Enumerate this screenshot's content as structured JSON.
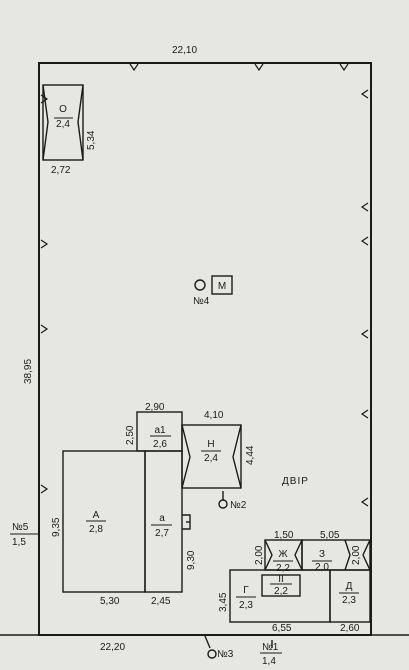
{
  "plot": {
    "dims": {
      "top": "22,10",
      "bottom": "22,20",
      "left": "38,95"
    }
  },
  "buildings": {
    "O": {
      "letter": "О",
      "num": "2,4",
      "w": "2,72",
      "h": "5,34"
    },
    "A": {
      "letter": "А",
      "num": "2,8",
      "w": "5,30",
      "h": "9,35"
    },
    "a": {
      "letter": "а",
      "num": "2,7",
      "w": "2,45",
      "h": "9,30"
    },
    "a1": {
      "letter": "а1",
      "num": "2,6",
      "w": "2,90",
      "h": "2,50"
    },
    "H": {
      "letter": "Н",
      "num": "2,4",
      "w": "4,10",
      "h": "4,44"
    },
    "G": {
      "letter": "Г",
      "num": "2,3",
      "h": "3,45"
    },
    "Zh": {
      "letter": "Ж",
      "num": "2,2",
      "w": "1,50",
      "h": "2,00"
    },
    "Z": {
      "letter": "З",
      "num": "2,0",
      "w": "5,05",
      "h": "2,00"
    },
    "II": {
      "letter": "ІІ",
      "num": "2,2"
    },
    "D": {
      "letter": "Д",
      "num": "2,3",
      "w": "2,60"
    },
    "bottom_w": "6,55",
    "M": {
      "letter": "М"
    }
  },
  "wells": {
    "n4": "№4",
    "n2": "№2",
    "n3": "№3",
    "n1": "№1",
    "n1_val": "1,4",
    "n5": "№5",
    "n5_val": "1,5"
  },
  "yard_label": "ДВІР"
}
